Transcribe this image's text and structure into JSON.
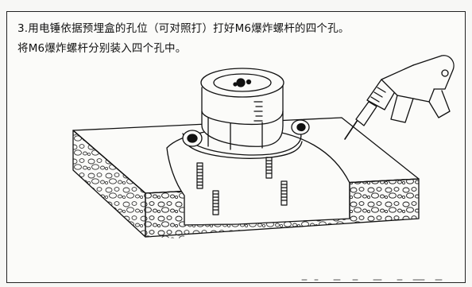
{
  "instructions": {
    "line1": "3.用电锤依据预埋盒的孔位（可对照打）打好M6爆炸螺杆的四个孔。",
    "line2": "将M6爆炸螺杆分别装入四个孔中。"
  },
  "illustration": {
    "subject": "installation-diagram",
    "parts": [
      "concrete-slab",
      "embedded-box-recess",
      "expansion-bolts",
      "round-fixture",
      "electric-hammer-drill"
    ]
  }
}
